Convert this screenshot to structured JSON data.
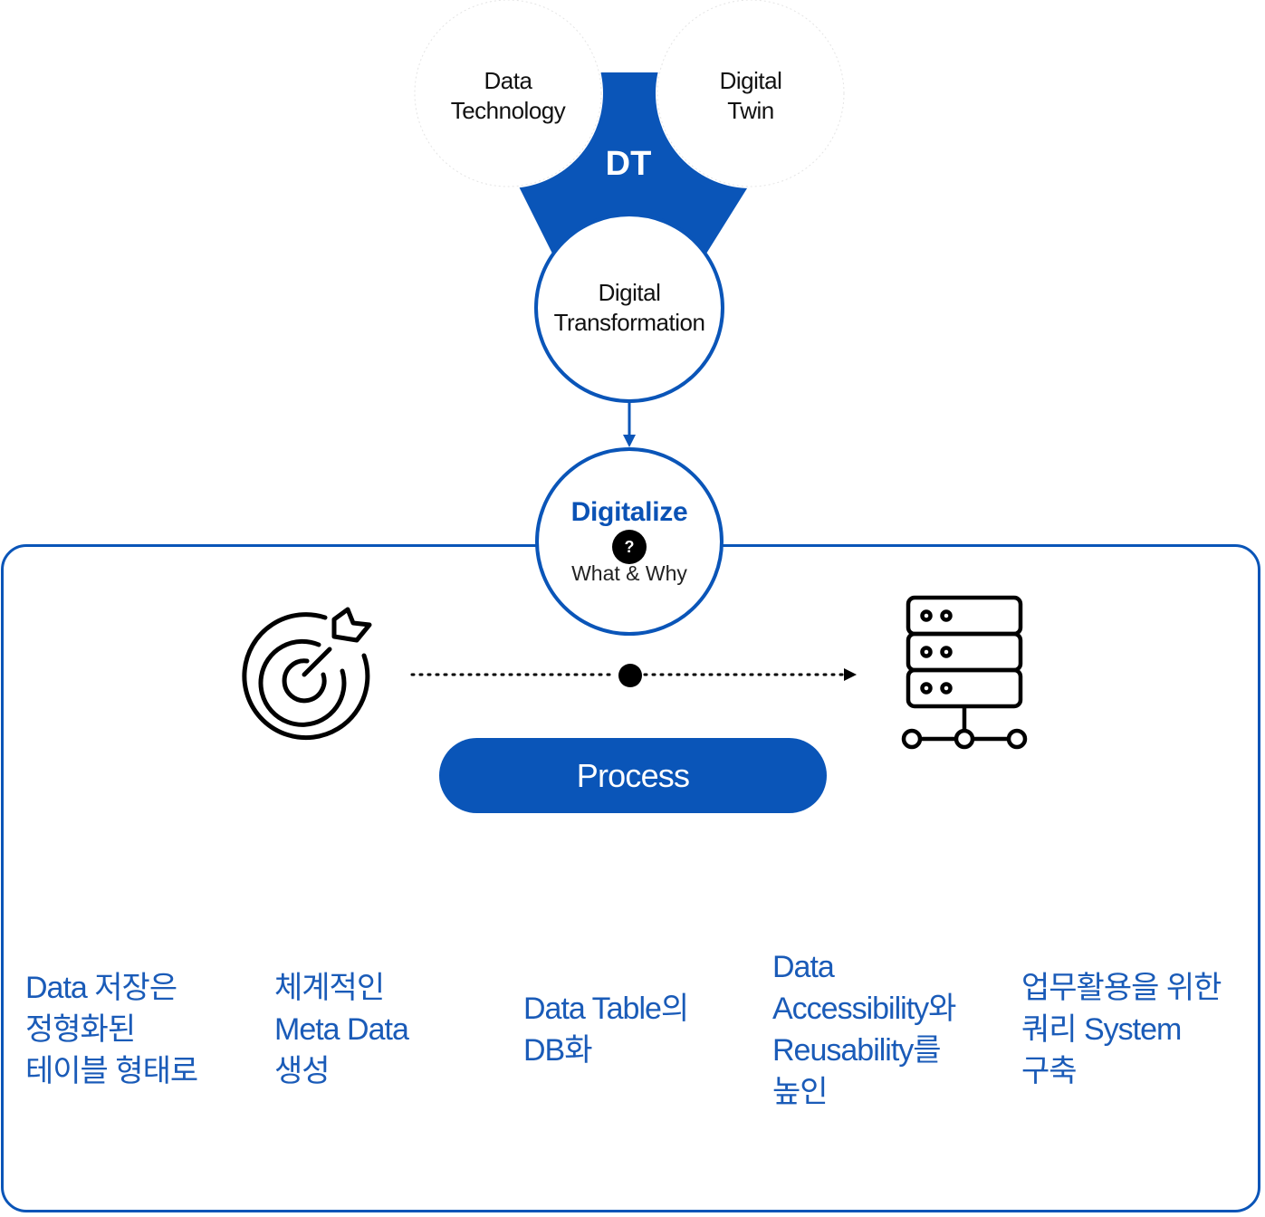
{
  "top_diagram": {
    "left_circle": {
      "label_line1": "Data",
      "label_line2": "Technology"
    },
    "right_circle": {
      "label_line1": "Digital",
      "label_line2": "Twin"
    },
    "center_shape": {
      "label": "DT"
    },
    "bottom_circle": {
      "label_line1": "Digital",
      "label_line2": "Transformation"
    }
  },
  "focus_node": {
    "title": "Digitalize",
    "badge": "?",
    "subtitle": "What & Why"
  },
  "flow": {
    "start_icon": "target-icon",
    "end_icon": "server-network-icon",
    "process_label": "Process"
  },
  "steps": [
    {
      "text": "Data 저장은\n정형화된\n테이블 형태로"
    },
    {
      "text": "체계적인\nMeta Data\n생성"
    },
    {
      "text": "Data Table의\nDB화"
    },
    {
      "text": "Data\nAccessibility와\nReusability를\n높인"
    },
    {
      "text": "업무활용을 위한\n쿼리 System\n구축"
    }
  ],
  "colors": {
    "brand_blue": "#0a55b8",
    "step_text": "#1a5bb8",
    "dark": "#111111",
    "white": "#ffffff"
  }
}
